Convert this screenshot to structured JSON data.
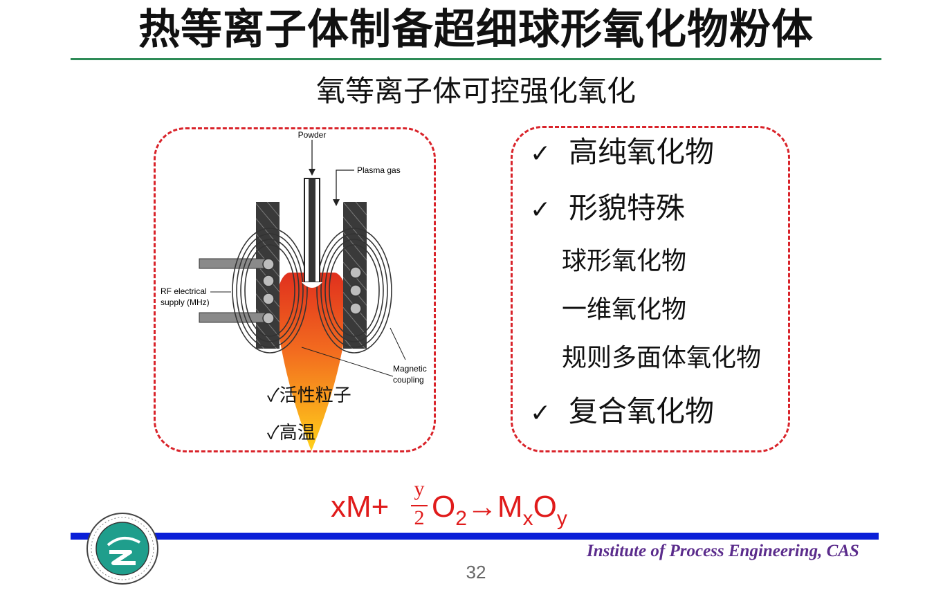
{
  "slide": {
    "title": "热等离子体制备超细球形氧化物粉体",
    "subtitle": "氧等离子体可控强化氧化",
    "page_number": "32",
    "institute": "Institute of Process Engineering, CAS"
  },
  "diagram": {
    "label_powder": "Powder",
    "label_plasma_gas": "Plasma gas",
    "label_rf_line1": "RF electrical",
    "label_rf_line2": "supply (MHz)",
    "label_magnetic_line1": "Magnetic",
    "label_magnetic_line2": "coupling",
    "checks": [
      "✓活性粒子",
      "✓高温"
    ]
  },
  "features": {
    "check_mark": "✓",
    "items": [
      {
        "label": "高纯氧化物"
      },
      {
        "label": "形貌特殊"
      },
      {
        "label": "复合氧化物"
      }
    ],
    "subitems": [
      "球形氧化物",
      "一维氧化物",
      "规则多面体氧化物"
    ]
  },
  "equation": {
    "prefix": "xM+",
    "numerator": "y",
    "denominator": "2",
    "o": "O",
    "o_sub": "2",
    "arrow": "→M",
    "m_sub": "x",
    "o2": "O",
    "o2_sub": "y"
  },
  "colors": {
    "accent_red": "#d9232a",
    "rule_green": "#2e8b57",
    "bar_blue": "#0a1fd8",
    "institute_purple": "#5b2c8c"
  },
  "logo_icon": "institute-emblem-icon"
}
